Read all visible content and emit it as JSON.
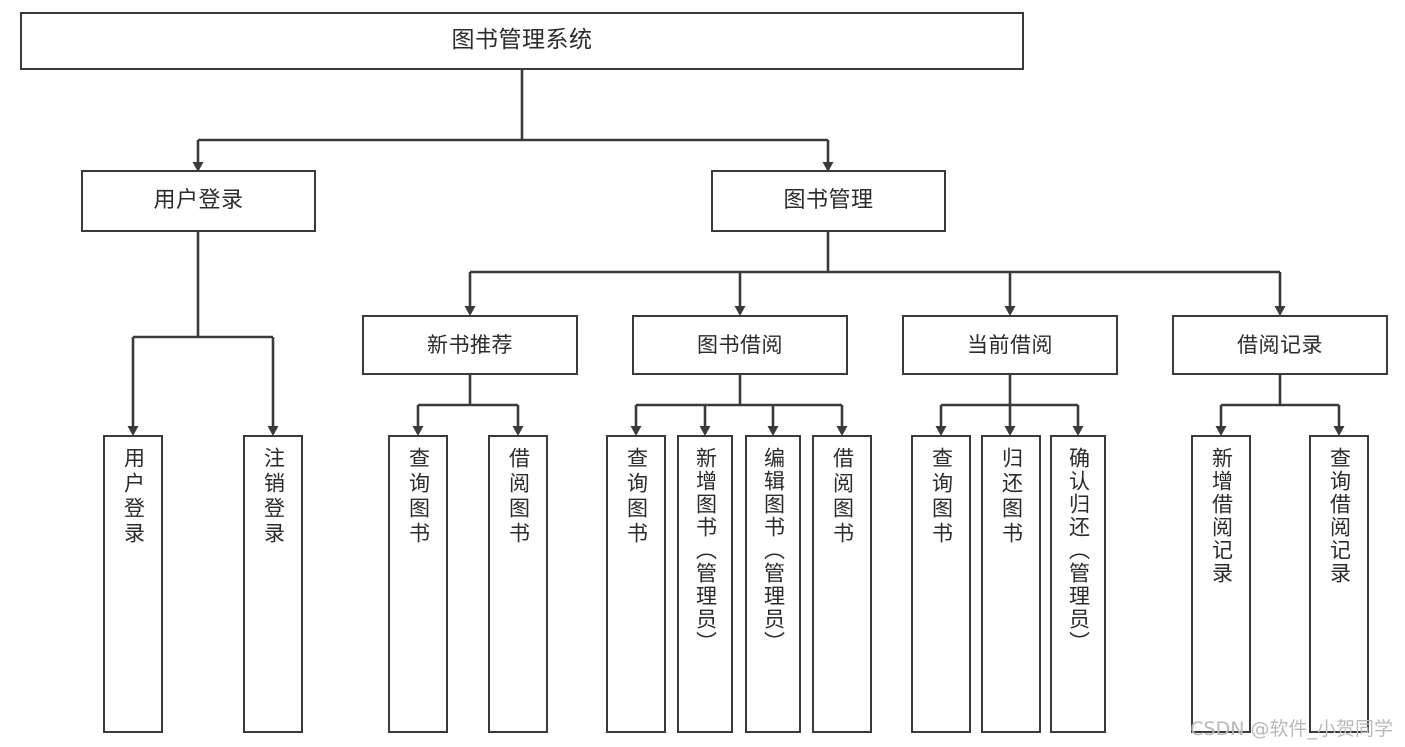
{
  "diagram": {
    "title": "图书管理系统",
    "type": "tree-hierarchy-chart",
    "colors": {
      "box_border": "#3a3a3a",
      "box_fill": "#ffffff",
      "connector": "#3a3a3a",
      "text": "#2b2b2b",
      "watermark": "#b9b9b9",
      "background": "#ffffff"
    },
    "root": {
      "label": "图书管理系统"
    },
    "level2": [
      {
        "label": "用户登录"
      },
      {
        "label": "图书管理"
      }
    ],
    "level3": [
      {
        "label": "新书推荐"
      },
      {
        "label": "图书借阅"
      },
      {
        "label": "当前借阅"
      },
      {
        "label": "借阅记录"
      }
    ],
    "leaves": {
      "user_login": [
        {
          "label": "用户登录"
        },
        {
          "label": "注销登录"
        }
      ],
      "new_book_recommend": [
        {
          "label": "查询图书"
        },
        {
          "label": "借阅图书"
        }
      ],
      "book_borrow": [
        {
          "label": "查询图书"
        },
        {
          "label": "新增图书（管理员）"
        },
        {
          "label": "编辑图书（管理员）"
        },
        {
          "label": "借阅图书"
        }
      ],
      "current_borrow": [
        {
          "label": "查询图书"
        },
        {
          "label": "归还图书"
        },
        {
          "label": "确认归还（管理员）"
        }
      ],
      "borrow_record": [
        {
          "label": "新增借阅记录"
        },
        {
          "label": "查询借阅记录"
        }
      ]
    }
  },
  "watermark": {
    "text": "CSDN @软件_小贺同学"
  }
}
